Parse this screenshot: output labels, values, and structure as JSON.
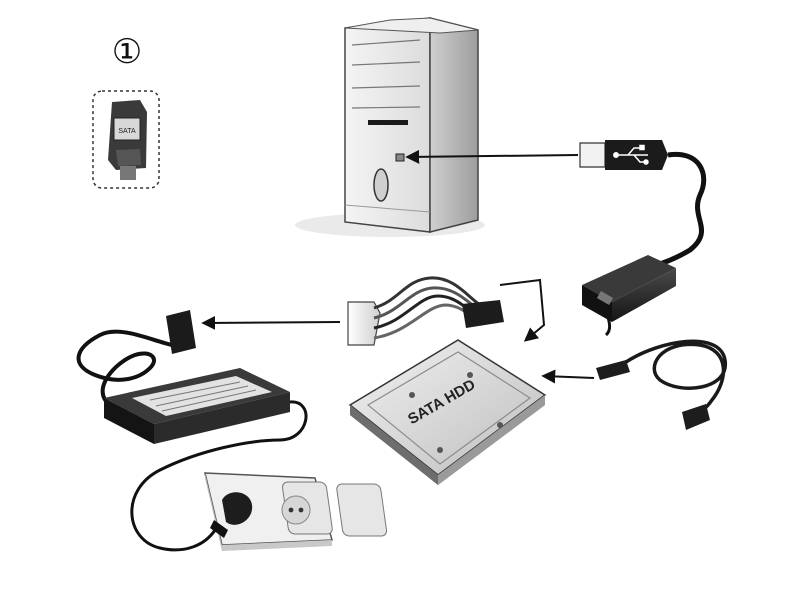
{
  "callout": {
    "number": "①",
    "connector_label": "SATA"
  },
  "hdd": {
    "label": "SATA HDD"
  },
  "colors": {
    "line": "#111111",
    "body_light": "#e9e9e9",
    "body_mid": "#c9c9c9",
    "body_dark": "#2a2a2a"
  }
}
